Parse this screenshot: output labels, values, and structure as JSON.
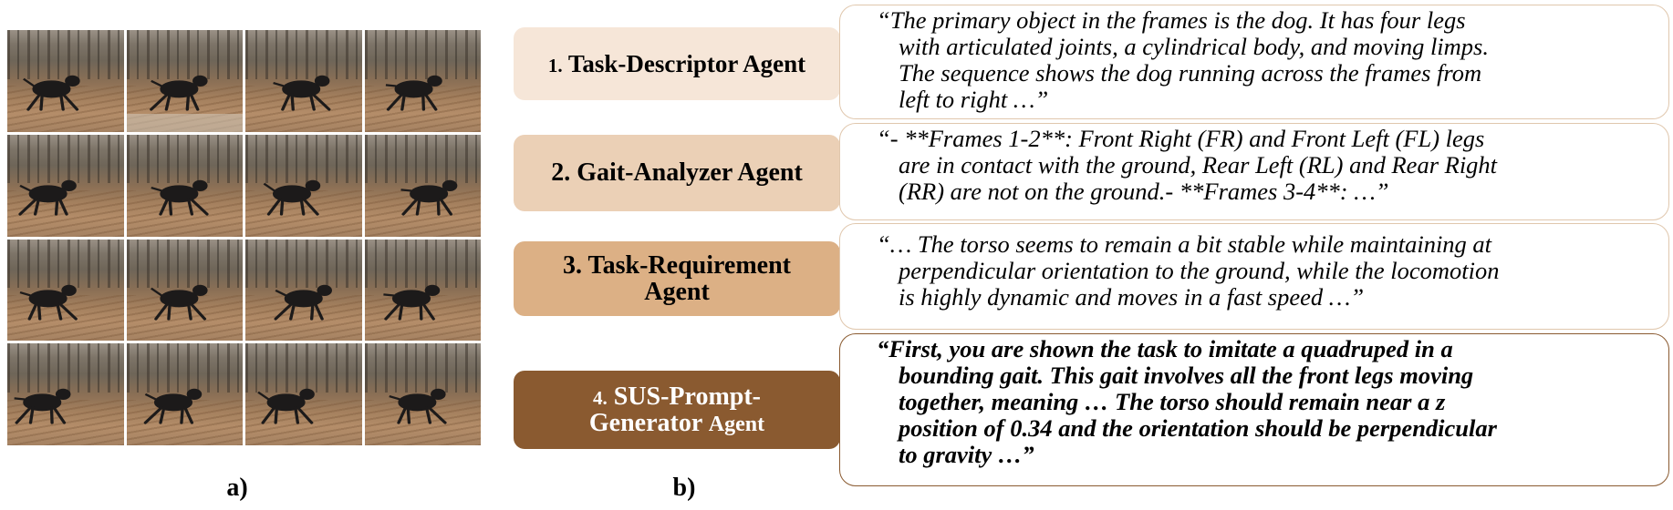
{
  "panels": {
    "a_label": "a)",
    "b_label": "b)"
  },
  "agents": [
    {
      "number": "1.",
      "name": "Task-Descriptor Agent"
    },
    {
      "number": "2.",
      "name": "Gait-Analyzer Agent"
    },
    {
      "number": "3.",
      "name_line1": "Task-Requirement",
      "name_line2": "Agent"
    },
    {
      "number": "4.",
      "name_line1": "SUS-Prompt-",
      "name_line2a": "Generator",
      "name_line2b": "Agent"
    }
  ],
  "quotes": [
    {
      "lines": [
        "“The primary object in the frames is the dog. It has four legs",
        "with articulated joints, a cylindrical body, and moving limps.",
        "The sequence shows the dog running across the frames from",
        "left to right …”"
      ]
    },
    {
      "lines": [
        "“- **Frames 1-2**: Front Right (FR) and Front Left (FL) legs",
        "are in contact with the ground, Rear Left (RL) and Rear Right",
        "(RR) are not on the ground.- **Frames 3-4**: …”"
      ]
    },
    {
      "lines": [
        "“… The torso seems to remain a bit stable while maintaining at",
        "perpendicular orientation to the ground, while the locomotion",
        "is highly dynamic and  moves in a fast speed …”"
      ]
    },
    {
      "lines": [
        "“First, you are shown the task to imitate a quadruped in a",
        "bounding gait. This gait involves all the front legs moving",
        "together, meaning … The torso should remain near a z",
        "position of 0.34 and the orientation should be perpendicular",
        "to gravity …”"
      ]
    }
  ],
  "colors": {
    "agent_1": "#f6e6d8",
    "agent_2": "#ebd0b6",
    "agent_3": "#dcb085",
    "agent_4": "#8a5a30",
    "quote_border": "#e0c7ad",
    "quote_4_border": "#8a5a30"
  }
}
